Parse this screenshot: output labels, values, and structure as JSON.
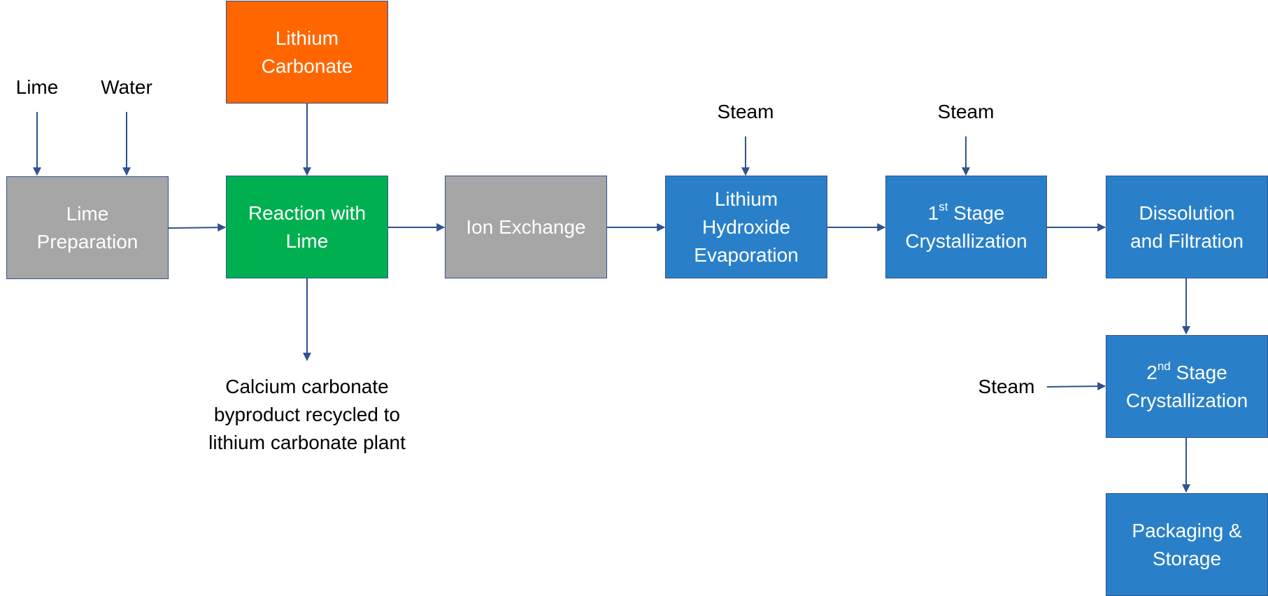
{
  "colors": {
    "gray": "#a6a6a6",
    "orange": "#ff6600",
    "green": "#00b050",
    "blue": "#2a80c8",
    "border": "#2f528f",
    "arrow": "#2f528f"
  },
  "inputs": {
    "lime": "Lime",
    "water": "Water",
    "steam_evaporation": "Steam",
    "steam_first_stage": "Steam",
    "steam_second_stage": "Steam"
  },
  "boxes": {
    "lime_preparation": [
      "Lime",
      "Preparation"
    ],
    "lithium_carbonate": [
      "Lithium",
      "Carbonate"
    ],
    "reaction_with_lime": [
      "Reaction with",
      "Lime"
    ],
    "ion_exchange": "Ion Exchange",
    "lithium_hydroxide_evaporation": [
      "Lithium",
      "Hydroxide",
      "Evaporation"
    ],
    "first_stage": {
      "num": "1",
      "sup": "st",
      "rest": " Stage",
      "line2": "Crystallization"
    },
    "dissolution_filtration": [
      "Dissolution",
      "and Filtration"
    ],
    "second_stage": {
      "num": "2",
      "sup": "nd",
      "rest": " Stage",
      "line2": "Crystallization"
    },
    "packaging_storage": [
      "Packaging &",
      "Storage"
    ]
  },
  "byproduct": [
    "Calcium carbonate",
    "byproduct recycled to",
    "lithium carbonate plant"
  ]
}
